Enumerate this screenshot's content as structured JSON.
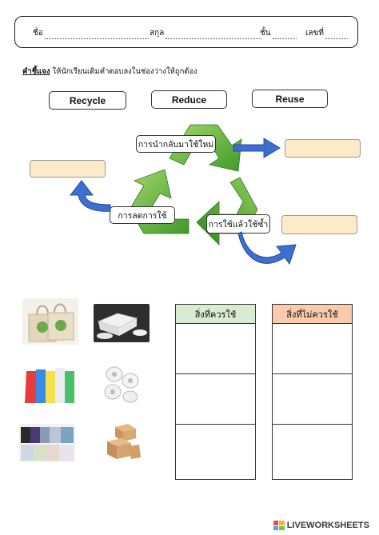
{
  "header": {
    "name_label": "ชื่อ",
    "surname_label": "สกุล",
    "class_label": "ชั้น",
    "number_label": "เลขที่"
  },
  "instruction": {
    "prefix": "คำชี้แจง",
    "text": "ให้นักเรียนเติมคำตอบลงในช่องว่างให้ถูกต้อง"
  },
  "word_bank": [
    "Recycle",
    "Reduce",
    "Reuse"
  ],
  "cycle_labels": {
    "top": "การนำกลับมาใช้ใหม่",
    "left": "การลดการใช้",
    "right": "การใช้แล้วใช้ซ้ำ"
  },
  "answer_boxes": {
    "top_right": "",
    "left": "",
    "bottom_right": ""
  },
  "images": [
    {
      "name": "cloth-tote-bags"
    },
    {
      "name": "foam-food-boxes"
    },
    {
      "name": "plastic-bags"
    },
    {
      "name": "tissue-paper-rolls"
    },
    {
      "name": "folded-towels"
    },
    {
      "name": "cardboard-boxes"
    }
  ],
  "table": {
    "should_use_header": "สิ่งที่ควรใช้",
    "should_not_use_header": "สิ่งที่ไม่ควรใช้",
    "should_use_color": "#d9ecd2",
    "should_not_use_color": "#f8cbad"
  },
  "footer": {
    "brand": "LIVEWORKSHEETS"
  }
}
